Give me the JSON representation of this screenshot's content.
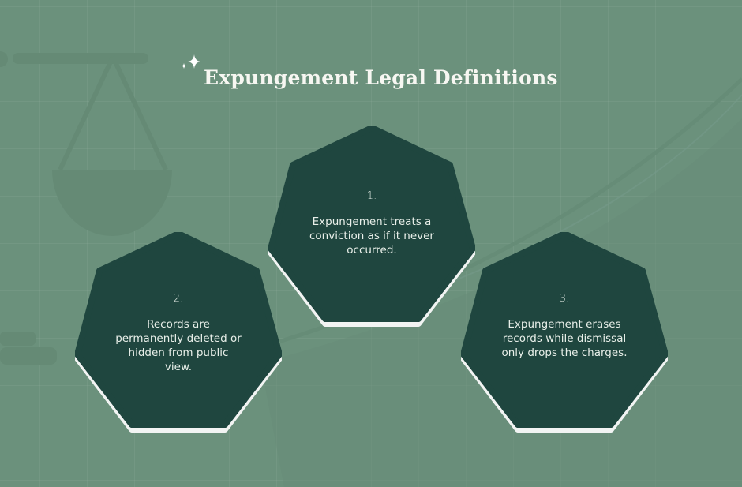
{
  "title": "Expungement Legal Definitions",
  "icons": {
    "title_decoration": "sparkle-icon",
    "background_decoration": "scales-of-justice-icon"
  },
  "colors": {
    "background": "#6b917c",
    "card_fill": "#1f463f",
    "card_shadow": "#f2f4f3",
    "title_text": "#f7f7f2",
    "card_text": "#e8efe9"
  },
  "items": [
    {
      "number": "1.",
      "text": "Expungement treats a conviction as if it never occurred."
    },
    {
      "number": "2.",
      "text": "Records are permanently deleted or hidden from public view."
    },
    {
      "number": "3.",
      "text": "Expungement erases records while dismissal only drops the charges."
    }
  ]
}
